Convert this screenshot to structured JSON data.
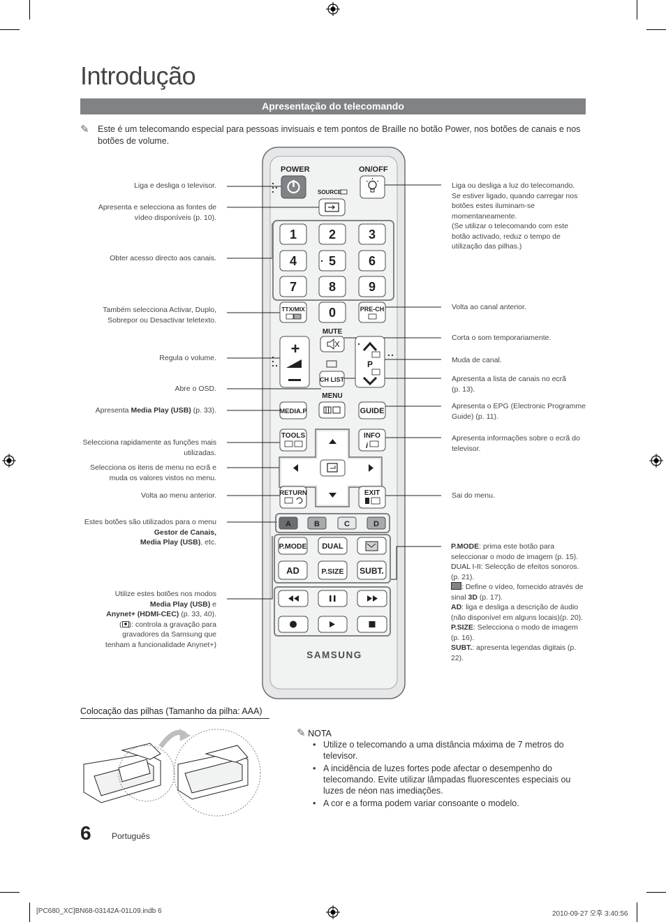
{
  "page": {
    "title": "Introdução",
    "section_title": "Apresentação do telecomando",
    "intro": "Este é um telecomando especial para pessoas invisuais e tem pontos de Braille no botão Power, nos botões de canais e nos botões de volume.",
    "page_number": "6",
    "language": "Português",
    "footer_left": "[PC680_XC]BN68-03142A-01L09.indb   6",
    "footer_right": "2010-09-27   오후 3:40:56"
  },
  "remote": {
    "power": "POWER",
    "onoff": "ON/OFF",
    "source": "SOURCE",
    "digits": [
      "1",
      "2",
      "3",
      "4",
      "5",
      "6",
      "7",
      "8",
      "9",
      "0"
    ],
    "ttx": "TTX/MIX",
    "prech": "PRE-CH",
    "mute": "MUTE",
    "p": "P",
    "chlist": "CH LIST",
    "menu": "MENU",
    "mediap": "MEDIA.P",
    "guide": "GUIDE",
    "tools": "TOOLS",
    "info": "INFO",
    "return": "RETURN",
    "exit": "EXIT",
    "colors": [
      "A",
      "B",
      "C",
      "D"
    ],
    "pmode": "P.MODE",
    "dual": "DUAL",
    "ad": "AD",
    "psize": "P.SIZE",
    "subt": "SUBT.",
    "brand": "SAMSUNG"
  },
  "labels_left": {
    "power": "Liga e desliga o televisor.",
    "source": "Apresenta e selecciona as fontes de vídeo disponíveis (p. 10).",
    "digits": "Obter acesso directo aos canais.",
    "ttx": "Também selecciona Activar, Duplo, Sobrepor ou Desactivar teletexto.",
    "volume": "Regula o volume.",
    "menu": "Abre o OSD.",
    "mediap_pre": "Apresenta ",
    "mediap_bold": "Media Play (USB)",
    "mediap_post": " (p. 33).",
    "tools": "Selecciona rapidamente as funções mais utilizadas.",
    "enter": "Selecciona os itens de menu no ecrã e muda os valores vistos no menu.",
    "return": "Volta ao menu anterior.",
    "colors_pre": "Estes botões são utilizados para o menu",
    "colors_bold1": "Gestor de Canais,",
    "colors_bold2": "Media Play (USB)",
    "colors_post": ", etc.",
    "playback_pre": "Utilize estes botões nos modos",
    "playback_bold1": "Media Play (USB)",
    "playback_mid": " e",
    "playback_bold2": "Anynet+ (HDMI-CEC)",
    "playback_post1": " (p. 33, 40).",
    "playback_post2": "(",
    "playback_post3": "): controla a gravação para gravadores da Samsung que tenham a funcionalidade Anynet+)"
  },
  "labels_right": {
    "onoff": "Liga ou desliga a luz do telecomando. Se estiver ligado, quando carregar nos botões estes iluminam-se momentaneamente.",
    "onoff2": "(Se utilizar o telecomando com este botão activado, reduz o tempo de utilização das pilhas.)",
    "prech": "Volta ao canal anterior.",
    "mute": "Corta o som temporariamente.",
    "channel": "Muda de canal.",
    "chlist": "Apresenta a lista de canais no ecrã (p. 13).",
    "guide": "Apresenta o EPG (Electronic Programme Guide) (p. 11).",
    "info": "Apresenta informações sobre o ecrã do televisor.",
    "exit": "Sai do menu.",
    "pmode_b": "P.MODE",
    "pmode_t": ": prima este botão para seleccionar o modo de imagem (p. 15).",
    "dual_b": "DUAL I-II",
    "dual_t": ": Selecção de efeitos sonoros. (p. 21).",
    "threed_t": ": Define o vídeo, fornecido através de sinal ",
    "threed_b": "3D",
    "threed_p": " (p. 17).",
    "ad_b": "AD",
    "ad_t": ": liga e desliga a descrição de áudio (não disponível em alguns locais)(p. 20).",
    "psize_b": "P.SIZE",
    "psize_t": ": Selecciona o modo de imagem (p. 16).",
    "subt_b": "SUBT.",
    "subt_t": ": apresenta legendas digitais (p. 22)."
  },
  "battery": {
    "title": "Colocação das pilhas (Tamanho da pilha: AAA)"
  },
  "note": {
    "head": "NOTA",
    "items": [
      "Utilize o telecomando a uma distância máxima de 7 metros do televisor.",
      "A incidência de luzes fortes pode afectar o desempenho do telecomando. Evite utilizar lâmpadas fluorescentes especiais ou luzes de néon nas imediações.",
      "A cor e a forma podem variar consoante o modelo."
    ]
  },
  "colors": {
    "section_bar": "#808285",
    "remote_body": "#e6e7e8",
    "button": "#ffffff",
    "power_button": "#808285",
    "color_button": "#a7a9ac"
  }
}
